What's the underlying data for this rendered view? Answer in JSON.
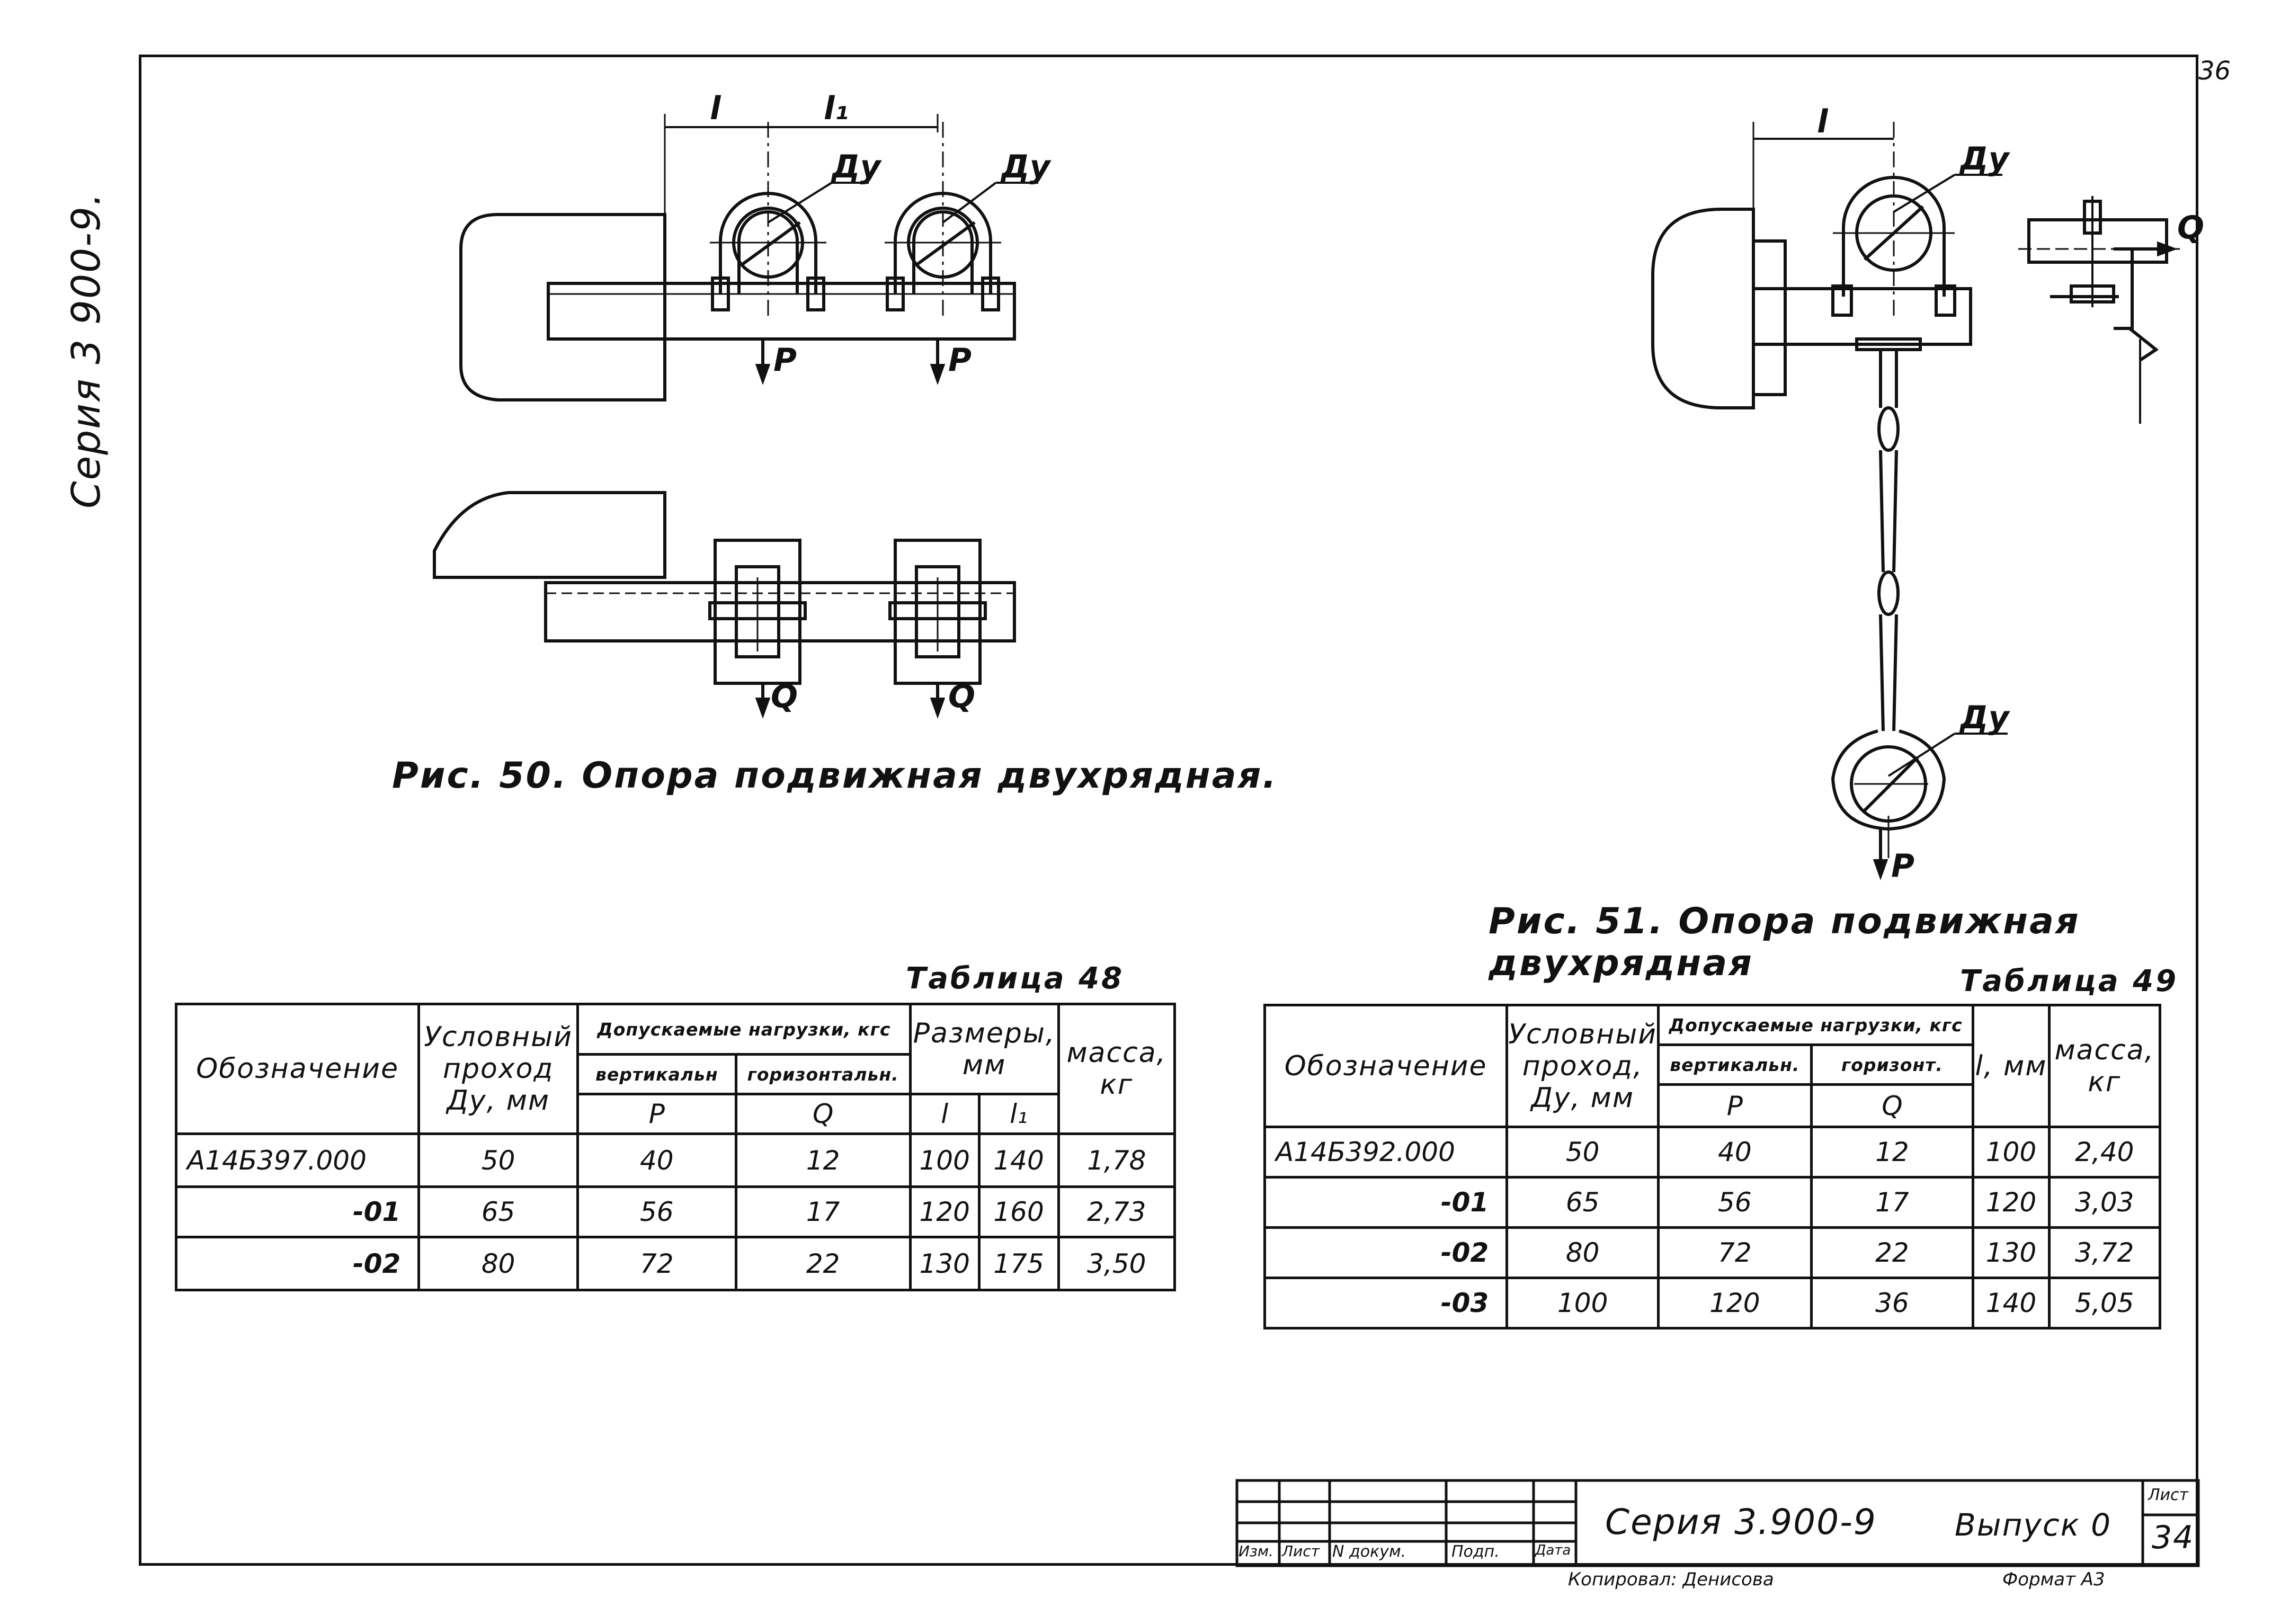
{
  "page": {
    "side_series": "Серия 3 900-9.",
    "corner_number": "36"
  },
  "fig50": {
    "caption": "Рис. 50. Опора подвижная двухрядная.",
    "dim_l": "l",
    "dim_l1": "l₁",
    "du_left": "Ду",
    "du_right": "Ду",
    "load_p": "P",
    "load_q": "Q"
  },
  "fig51": {
    "caption": "Рис. 51. Опора подвижная двухрядная",
    "dim_l": "l",
    "du_top": "Ду",
    "du_bottom": "Ду",
    "load_p": "P",
    "load_q": "Q"
  },
  "table48": {
    "caption": "Таблица 48",
    "headers": {
      "designation": "Обозначение",
      "nominal_bore": "Условный проход Ду, мм",
      "loads": "Допускаемые нагрузки, кгс",
      "vertical": "вертикальн",
      "horizontal": "горизонтальн.",
      "p": "P",
      "q": "Q",
      "dimensions": "Размеры, мм",
      "l": "l",
      "l1": "l₁",
      "mass": "масса, кг"
    },
    "rows": [
      {
        "code": "А14Б397.000",
        "du": "50",
        "p": "40",
        "q": "12",
        "l": "100",
        "l1": "140",
        "mass": "1,78"
      },
      {
        "code": "-01",
        "du": "65",
        "p": "56",
        "q": "17",
        "l": "120",
        "l1": "160",
        "mass": "2,73"
      },
      {
        "code": "-02",
        "du": "80",
        "p": "72",
        "q": "22",
        "l": "130",
        "l1": "175",
        "mass": "3,50"
      }
    ]
  },
  "table49": {
    "caption": "Таблица 49",
    "headers": {
      "designation": "Обозначение",
      "nominal_bore": "Условный проход, Ду, мм",
      "loads": "Допускаемые нагрузки, кгс",
      "vertical": "вертикальн.",
      "horizontal": "горизонт.",
      "p": "P",
      "q": "Q",
      "l": "l, мм",
      "mass": "масса, кг"
    },
    "rows": [
      {
        "code": "А14Б392.000",
        "du": "50",
        "p": "40",
        "q": "12",
        "l": "100",
        "mass": "2,40"
      },
      {
        "code": "-01",
        "du": "65",
        "p": "56",
        "q": "17",
        "l": "120",
        "mass": "3,03"
      },
      {
        "code": "-02",
        "du": "80",
        "p": "72",
        "q": "22",
        "l": "130",
        "mass": "3,72"
      },
      {
        "code": "-03",
        "du": "100",
        "p": "120",
        "q": "36",
        "l": "140",
        "mass": "5,05"
      }
    ]
  },
  "stamp": {
    "series": "Серия 3.900-9",
    "issue": "Выпуск 0",
    "sheet_label": "Лист",
    "sheet_number": "34",
    "col_izm": "Изм.",
    "col_list": "Лист",
    "col_doc": "N докум.",
    "col_sign": "Подп.",
    "col_date": "Дата",
    "copied": "Копировал: Денисова",
    "format": "Формат А3"
  }
}
